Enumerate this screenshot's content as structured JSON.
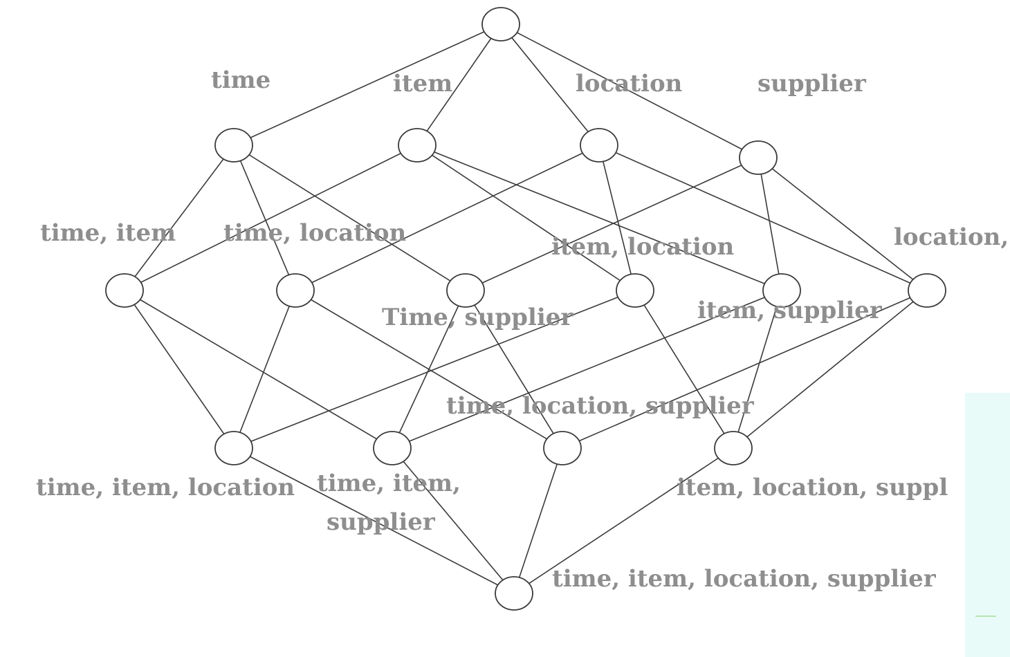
{
  "diagram": {
    "nodes": [
      {
        "id": "apex",
        "label": ""
      },
      {
        "id": "time",
        "label": "time"
      },
      {
        "id": "item",
        "label": "item"
      },
      {
        "id": "location",
        "label": "location"
      },
      {
        "id": "supplier",
        "label": "supplier"
      },
      {
        "id": "time-item",
        "label": "time, item"
      },
      {
        "id": "time-location",
        "label": "time, location"
      },
      {
        "id": "time-supplier",
        "label": "Time, supplier"
      },
      {
        "id": "item-location",
        "label": "item, location"
      },
      {
        "id": "item-supplier",
        "label": "item, supplier"
      },
      {
        "id": "location-supplier",
        "label": "location,"
      },
      {
        "id": "time-item-location",
        "label": "time, item, location"
      },
      {
        "id": "time-item-supplier",
        "label": "time, item,",
        "label2": "supplier"
      },
      {
        "id": "time-location-supplier",
        "label": "time, location, supplier"
      },
      {
        "id": "item-location-supplier",
        "label": "item, location, suppl"
      },
      {
        "id": "base",
        "label": "time, item, location, supplier"
      }
    ],
    "edges": [
      [
        "apex",
        "time"
      ],
      [
        "apex",
        "item"
      ],
      [
        "apex",
        "location"
      ],
      [
        "apex",
        "supplier"
      ],
      [
        "time",
        "time-item"
      ],
      [
        "time",
        "time-location"
      ],
      [
        "time",
        "time-supplier"
      ],
      [
        "item",
        "time-item"
      ],
      [
        "item",
        "item-location"
      ],
      [
        "item",
        "item-supplier"
      ],
      [
        "location",
        "time-location"
      ],
      [
        "location",
        "item-location"
      ],
      [
        "location",
        "location-supplier"
      ],
      [
        "supplier",
        "time-supplier"
      ],
      [
        "supplier",
        "item-supplier"
      ],
      [
        "supplier",
        "location-supplier"
      ],
      [
        "time-item",
        "time-item-location"
      ],
      [
        "time-item",
        "time-item-supplier"
      ],
      [
        "time-location",
        "time-item-location"
      ],
      [
        "time-location",
        "time-location-supplier"
      ],
      [
        "time-supplier",
        "time-item-supplier"
      ],
      [
        "time-supplier",
        "time-location-supplier"
      ],
      [
        "item-location",
        "time-item-location"
      ],
      [
        "item-location",
        "item-location-supplier"
      ],
      [
        "item-supplier",
        "time-item-supplier"
      ],
      [
        "item-supplier",
        "item-location-supplier"
      ],
      [
        "location-supplier",
        "time-location-supplier"
      ],
      [
        "location-supplier",
        "item-location-supplier"
      ],
      [
        "time-item-location",
        "base"
      ],
      [
        "time-item-supplier",
        "base"
      ],
      [
        "time-location-supplier",
        "base"
      ],
      [
        "item-location-supplier",
        "base"
      ]
    ]
  }
}
